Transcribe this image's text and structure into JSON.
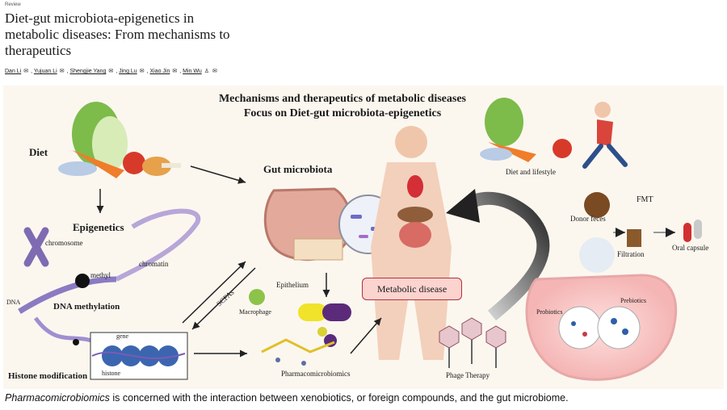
{
  "article": {
    "type_label": "Review",
    "title": "Diet-gut microbiota-epigenetics in metabolic diseases: From mechanisms to therapeutics",
    "authors": [
      {
        "name": "Dan Li",
        "icons": [
          "mail-icon"
        ]
      },
      {
        "name": "Yujuan Li",
        "icons": [
          "mail-icon"
        ]
      },
      {
        "name": "Shengjie Yang",
        "icons": [
          "mail-icon"
        ]
      },
      {
        "name": "Jing Lu",
        "icons": [
          "mail-icon"
        ]
      },
      {
        "name": "Xiao Jin",
        "icons": [
          "mail-icon"
        ]
      },
      {
        "name": "Min Wu",
        "icons": [
          "person-icon",
          "mail-icon"
        ]
      }
    ]
  },
  "figure": {
    "title_line1": "Mechanisms and therapeutics of metabolic diseases",
    "title_line2": "Focus on Diet-gut microbiota-epigenetics",
    "labels": {
      "diet": "Diet",
      "epigenetics": "Epigenetics",
      "chromosome": "chromosome",
      "chromatin": "chromatin",
      "methyl": "methyl",
      "dna": "DNA",
      "dna_methylation": "DNA methylation",
      "gene": "gene",
      "histone": "histone",
      "histone_modification": "Histone modification",
      "gut_microbiota": "Gut microbiota",
      "epithelium": "Epithelium",
      "macrophage": "Macrophage",
      "scfas": "SCFAs",
      "metabolic_disease": "Metabolic disease",
      "pharmacomicrobiomics": "Pharmacomicrobiomics",
      "phage_therapy": "Phage Therapy",
      "diet_lifestyle": "Diet and lifestyle",
      "fmt": "FMT",
      "donor_feces": "Donor feces",
      "filtration": "Filtration",
      "oral_capsule": "Oral capsule",
      "probiotics": "Probiotics",
      "prebiotics": "Prebiotics"
    },
    "colors": {
      "background": "#fbf7ef",
      "metabolic_box_fill": "#fbd3cf",
      "metabolic_box_border": "#b3323a",
      "curved_arrow": "#2b2b2b"
    }
  },
  "caption": {
    "term": "Pharmacomicrobiomics",
    "rest": " is concerned with the interaction between xenobiotics, or foreign compounds, and the gut microbiome."
  }
}
